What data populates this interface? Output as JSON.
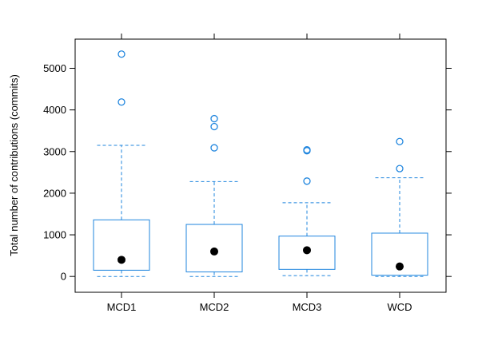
{
  "chart_data": {
    "type": "boxplot",
    "ylabel": "Total number of contributions (commits)",
    "xlabel": "",
    "ylim": [
      -380,
      5700
    ],
    "yticks": [
      0,
      1000,
      2000,
      3000,
      4000,
      5000
    ],
    "ytick_labels": [
      "0",
      "1000",
      "2000",
      "3000",
      "4000",
      "5000"
    ],
    "grid": false,
    "colors": {
      "box": "#1f85de",
      "median": "#000000"
    },
    "categories": [
      {
        "name": "MCD1",
        "whisker_low": 0,
        "q1": 150,
        "median": 400,
        "q3": 1360,
        "whisker_high": 3150,
        "outliers": [
          4190,
          5340
        ]
      },
      {
        "name": "MCD2",
        "whisker_low": 0,
        "q1": 110,
        "median": 600,
        "q3": 1250,
        "whisker_high": 2280,
        "outliers": [
          3090,
          3600,
          3790
        ]
      },
      {
        "name": "MCD3",
        "whisker_low": 20,
        "q1": 170,
        "median": 630,
        "q3": 970,
        "whisker_high": 1770,
        "outliers": [
          2290,
          3020,
          3040
        ]
      },
      {
        "name": "WCD",
        "whisker_low": 0,
        "q1": 30,
        "median": 240,
        "q3": 1040,
        "whisker_high": 2370,
        "outliers": [
          2590,
          3240
        ]
      }
    ]
  }
}
